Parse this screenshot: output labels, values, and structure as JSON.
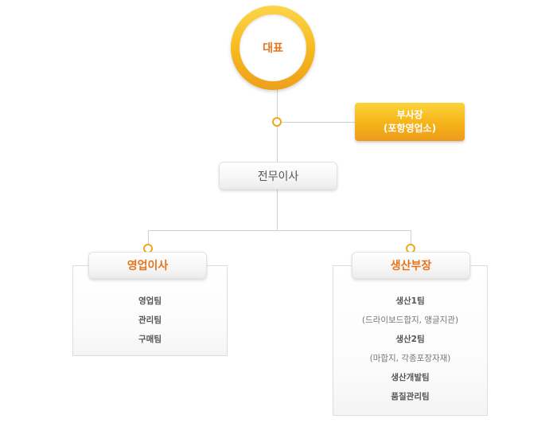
{
  "org": {
    "ceo": "대표",
    "vice_president": {
      "title": "부사장",
      "note": "(포항영업소)"
    },
    "executive_director": "전무이사",
    "sales_director": {
      "title": "영업이사",
      "teams": [
        "영업팀",
        "관리팀",
        "구매팀"
      ]
    },
    "production_manager": {
      "title": "생산부장",
      "teams": [
        {
          "name": "생산1팀",
          "note": "(드라이보드합지, 앵글지관)"
        },
        {
          "name": "생산2팀",
          "note": "(마합지, 각종포장자재)"
        },
        {
          "name": "생산개발팀"
        },
        {
          "name": "품질관리팀"
        }
      ]
    }
  },
  "colors": {
    "accent_orange": "#e8731b",
    "gold": "#f5b318",
    "line": "#cfcfcf"
  }
}
